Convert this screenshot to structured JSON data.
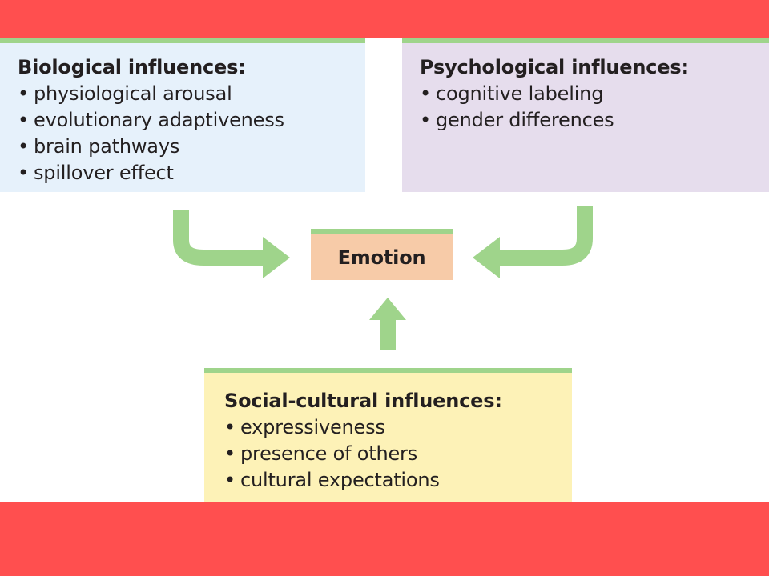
{
  "biological": {
    "title": "Biological influences:",
    "items": [
      "physiological arousal",
      "evolutionary adaptiveness",
      "brain pathways",
      "spillover effect"
    ]
  },
  "psychological": {
    "title": "Psychological influences:",
    "items": [
      "cognitive labeling",
      "gender differences"
    ]
  },
  "emotion": {
    "label": "Emotion"
  },
  "social_cultural": {
    "title": "Social-cultural influences:",
    "items": [
      "expressiveness",
      "presence of others",
      "cultural expectations"
    ]
  },
  "colors": {
    "band": "#ff4f4f",
    "arrow": "#9fd48b",
    "biological_bg": "#e6f1fb",
    "psychological_bg": "#e6dded",
    "social_cultural_bg": "#fdf2b7",
    "emotion_bg": "#f7cba8"
  }
}
